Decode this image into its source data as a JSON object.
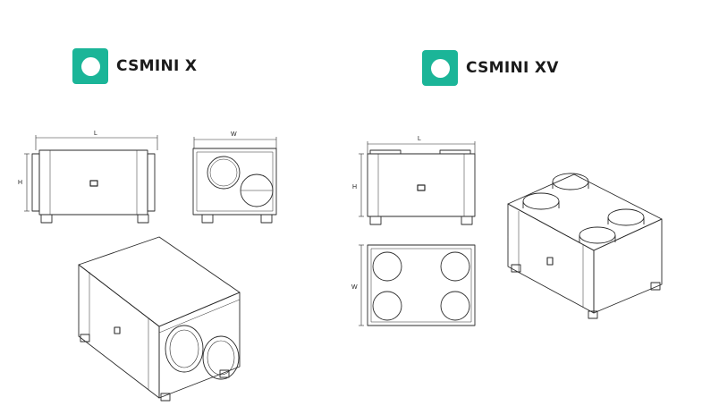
{
  "colors": {
    "accent": "#1bb598",
    "text": "#1b1b1b",
    "line": "#2a2a2a"
  },
  "products": [
    {
      "name": "CSMINI X",
      "icon": "brand-badge-icon",
      "views": {
        "side_length_label": "L",
        "side_height_label": "H",
        "end_width_label": "W"
      }
    },
    {
      "name": "CSMINI XV",
      "icon": "brand-badge-icon",
      "views": {
        "side_length_label": "L",
        "side_height_label": "H",
        "top_width_label": "W"
      }
    }
  ]
}
